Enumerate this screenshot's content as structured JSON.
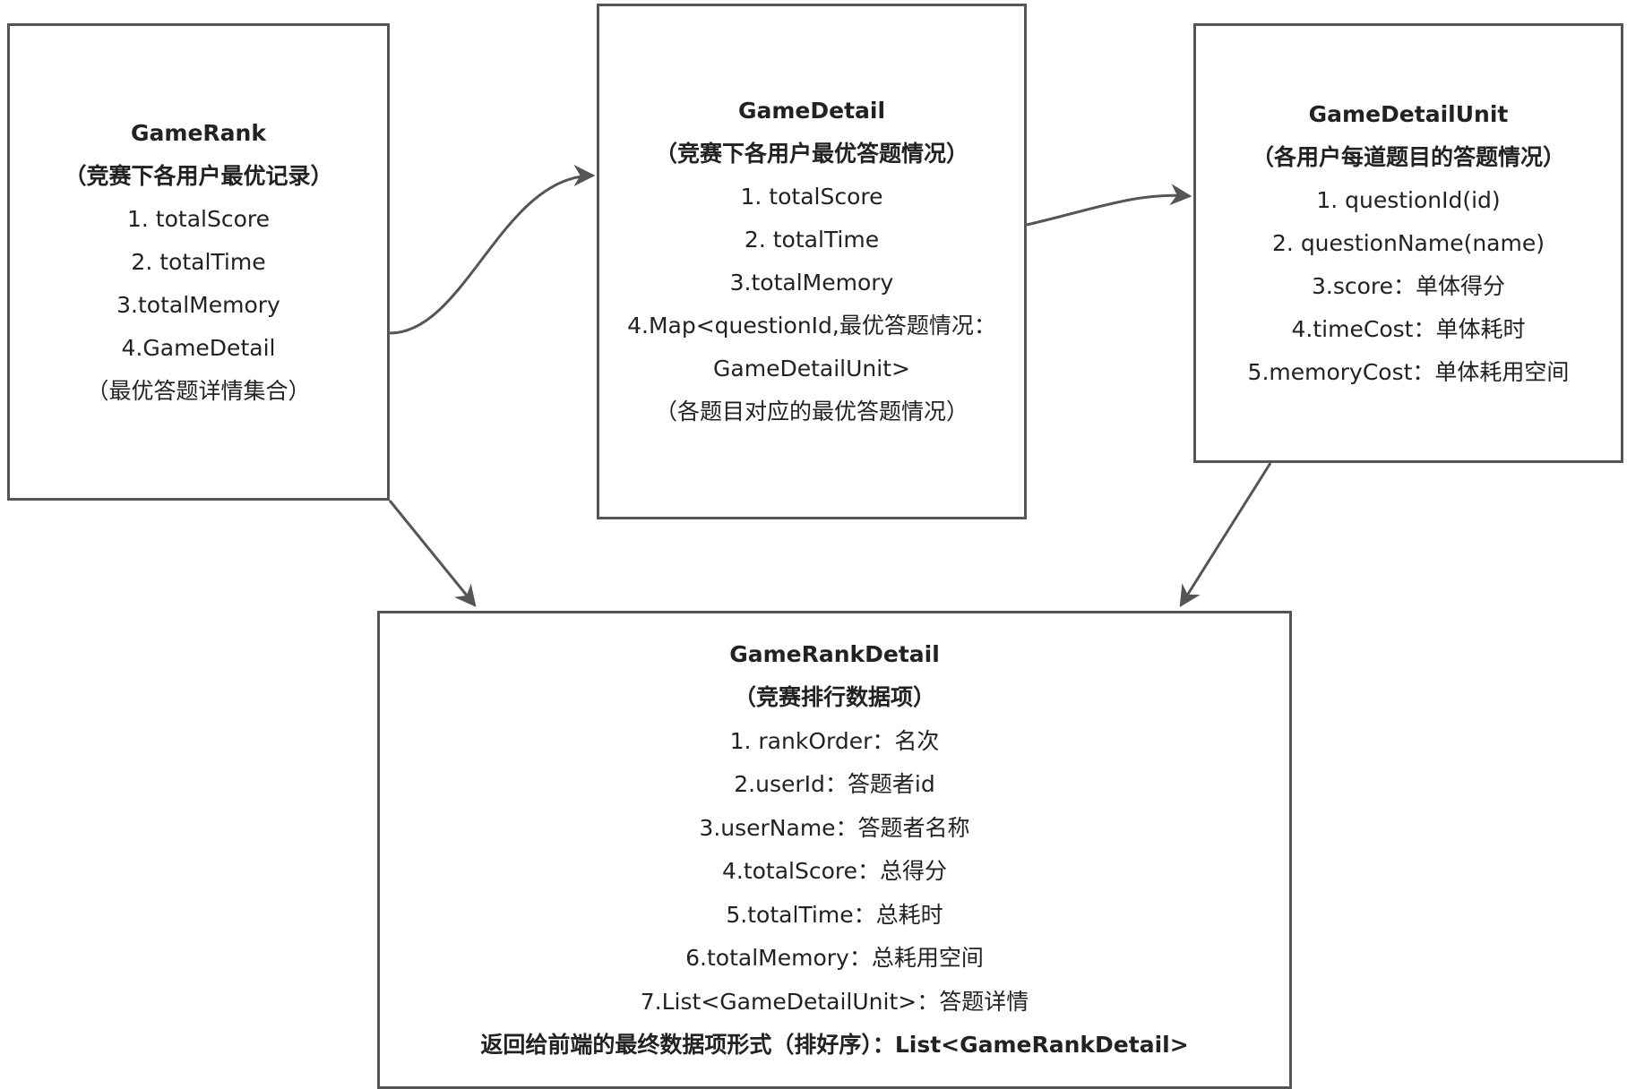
{
  "boxes": {
    "game_rank": {
      "title": "GameRank",
      "subtitle": "（竞赛下各用户最优记录）",
      "lines": [
        "1. totalScore",
        "2. totalTime",
        "3.totalMemory",
        "4.GameDetail",
        "（最优答题详情集合）"
      ]
    },
    "game_detail": {
      "title": "GameDetail",
      "subtitle": "（竞赛下各用户最优答题情况）",
      "lines": [
        "1. totalScore",
        "2. totalTime",
        "3.totalMemory",
        "4.Map<questionId,最优答题情况：",
        "GameDetailUnit>",
        "（各题目对应的最优答题情况）"
      ]
    },
    "game_detail_unit": {
      "title": "GameDetailUnit",
      "subtitle": "（各用户每道题目的答题情况）",
      "lines": [
        "1. questionId(id)",
        "2. questionName(name)",
        "3.score：单体得分",
        "4.timeCost：单体耗时",
        "5.memoryCost：单体耗用空间"
      ]
    },
    "game_rank_detail": {
      "title": "GameRankDetail",
      "subtitle": "（竞赛排行数据项）",
      "lines": [
        "1. rankOrder：名次",
        "2.userId：答题者id",
        "3.userName：答题者名称",
        "4.totalScore：总得分",
        "5.totalTime：总耗时",
        "6.totalMemory：总耗用空间",
        "7.List<GameDetailUnit>：答题详情"
      ],
      "footer": "返回给前端的最终数据项形式（排好序）：List<GameRankDetail>"
    }
  },
  "colors": {
    "border": "#555555",
    "arrow": "#555555",
    "text": "#222222"
  }
}
